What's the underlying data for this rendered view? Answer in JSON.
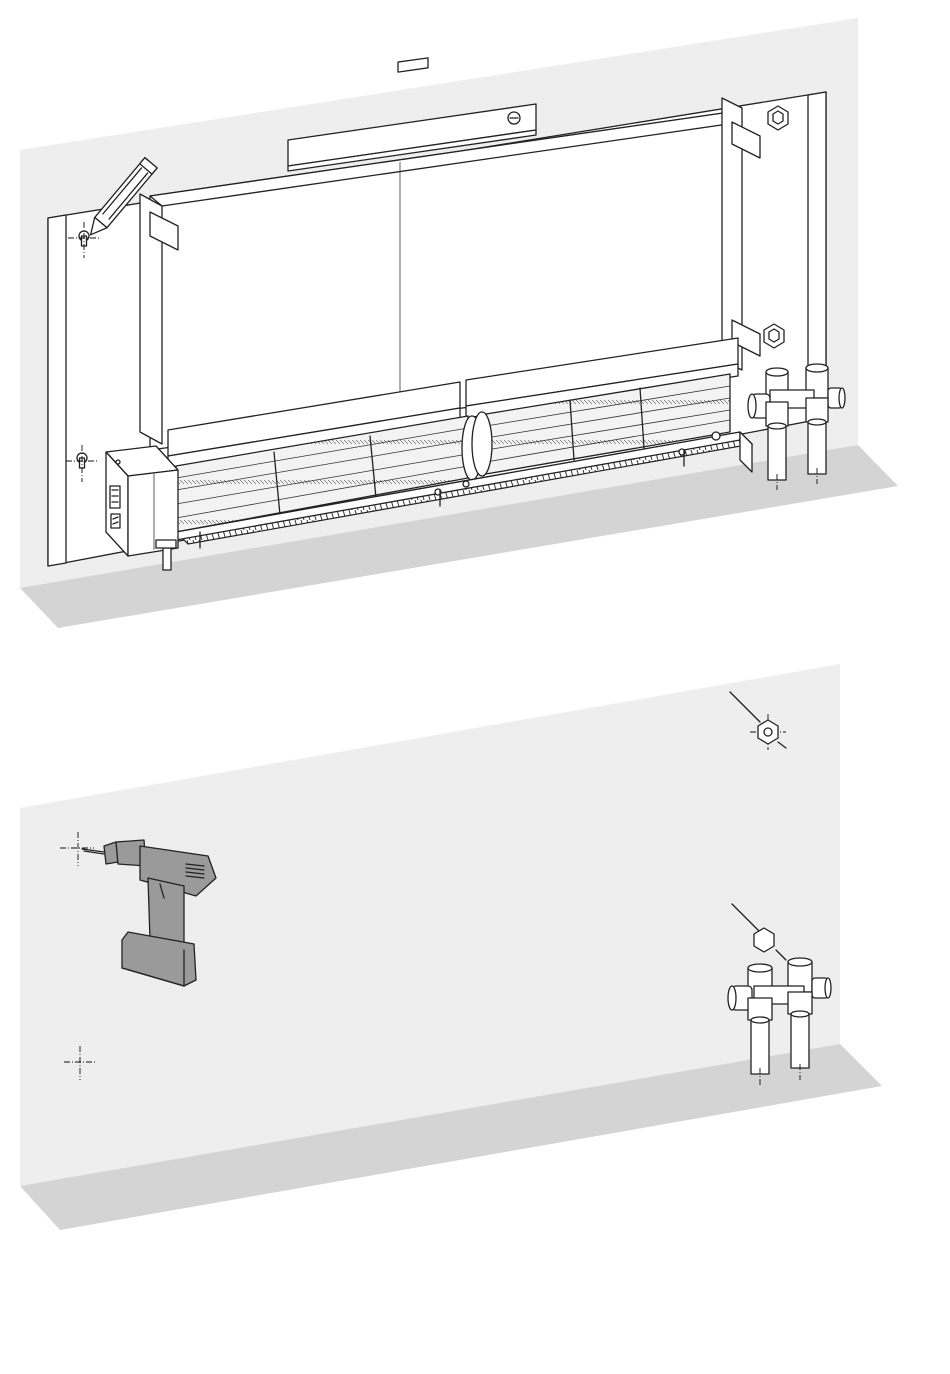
{
  "figure": {
    "panels": [
      {
        "id": "top",
        "depicts": "fan-coil-unit-mounted-on-wall",
        "icons": [
          "wall-icon",
          "floor-icon",
          "mounting-plate-icon",
          "spirit-level-icon",
          "pencil-icon",
          "fan-coil-icon",
          "electrical-box-icon",
          "tangential-fan-icon",
          "valve-manifold-icon",
          "bolt-icon"
        ]
      },
      {
        "id": "bottom",
        "depicts": "drilling-wall-holes-and-valves",
        "icons": [
          "wall-icon",
          "floor-icon",
          "drill-icon",
          "drill-mark-icon",
          "wall-anchor-icon",
          "valve-manifold-icon"
        ]
      }
    ],
    "colors": {
      "wall": "#eeeeee",
      "floor": "#d4d4d4",
      "line": "#222222",
      "drill": "#9a9a9a",
      "background": "#ffffff"
    }
  }
}
